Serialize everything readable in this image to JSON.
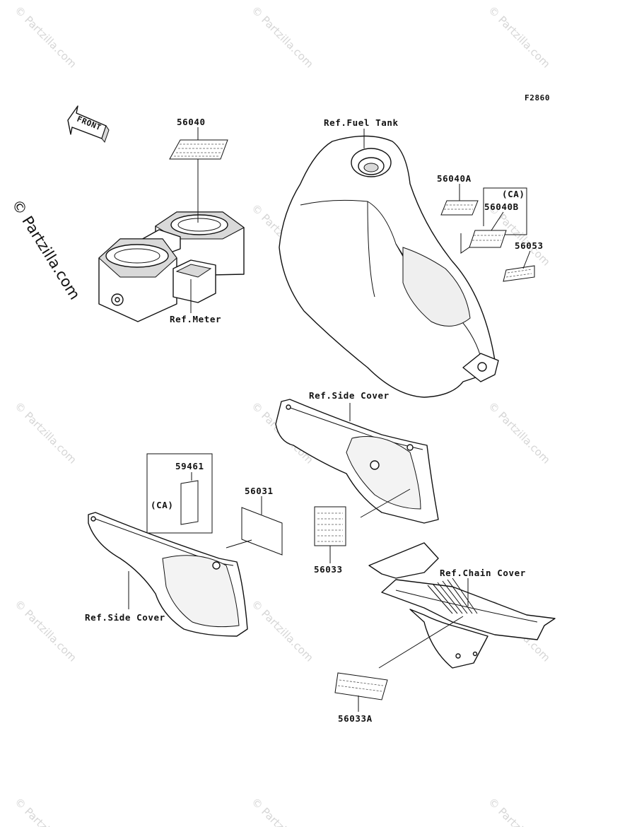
{
  "figure_code": "F2860",
  "front_label": "FRONT",
  "side_watermark": "© Partzilla.com",
  "watermark_text": "© Partzilla.com",
  "labels": {
    "p56040": "56040",
    "ref_fuel_tank": "Ref.Fuel Tank",
    "p56040a": "56040A",
    "ca_upper": "(CA)",
    "p56040b": "56040B",
    "p56053": "56053",
    "ref_meter": "Ref.Meter",
    "ref_side_cover_upper": "Ref.Side Cover",
    "p59461": "59461",
    "ca_lower": "(CA)",
    "p56031": "56031",
    "p56033": "56033",
    "ref_chain_cover": "Ref.Chain Cover",
    "ref_side_cover_lower": "Ref.Side Cover",
    "p56033a": "56033A"
  }
}
